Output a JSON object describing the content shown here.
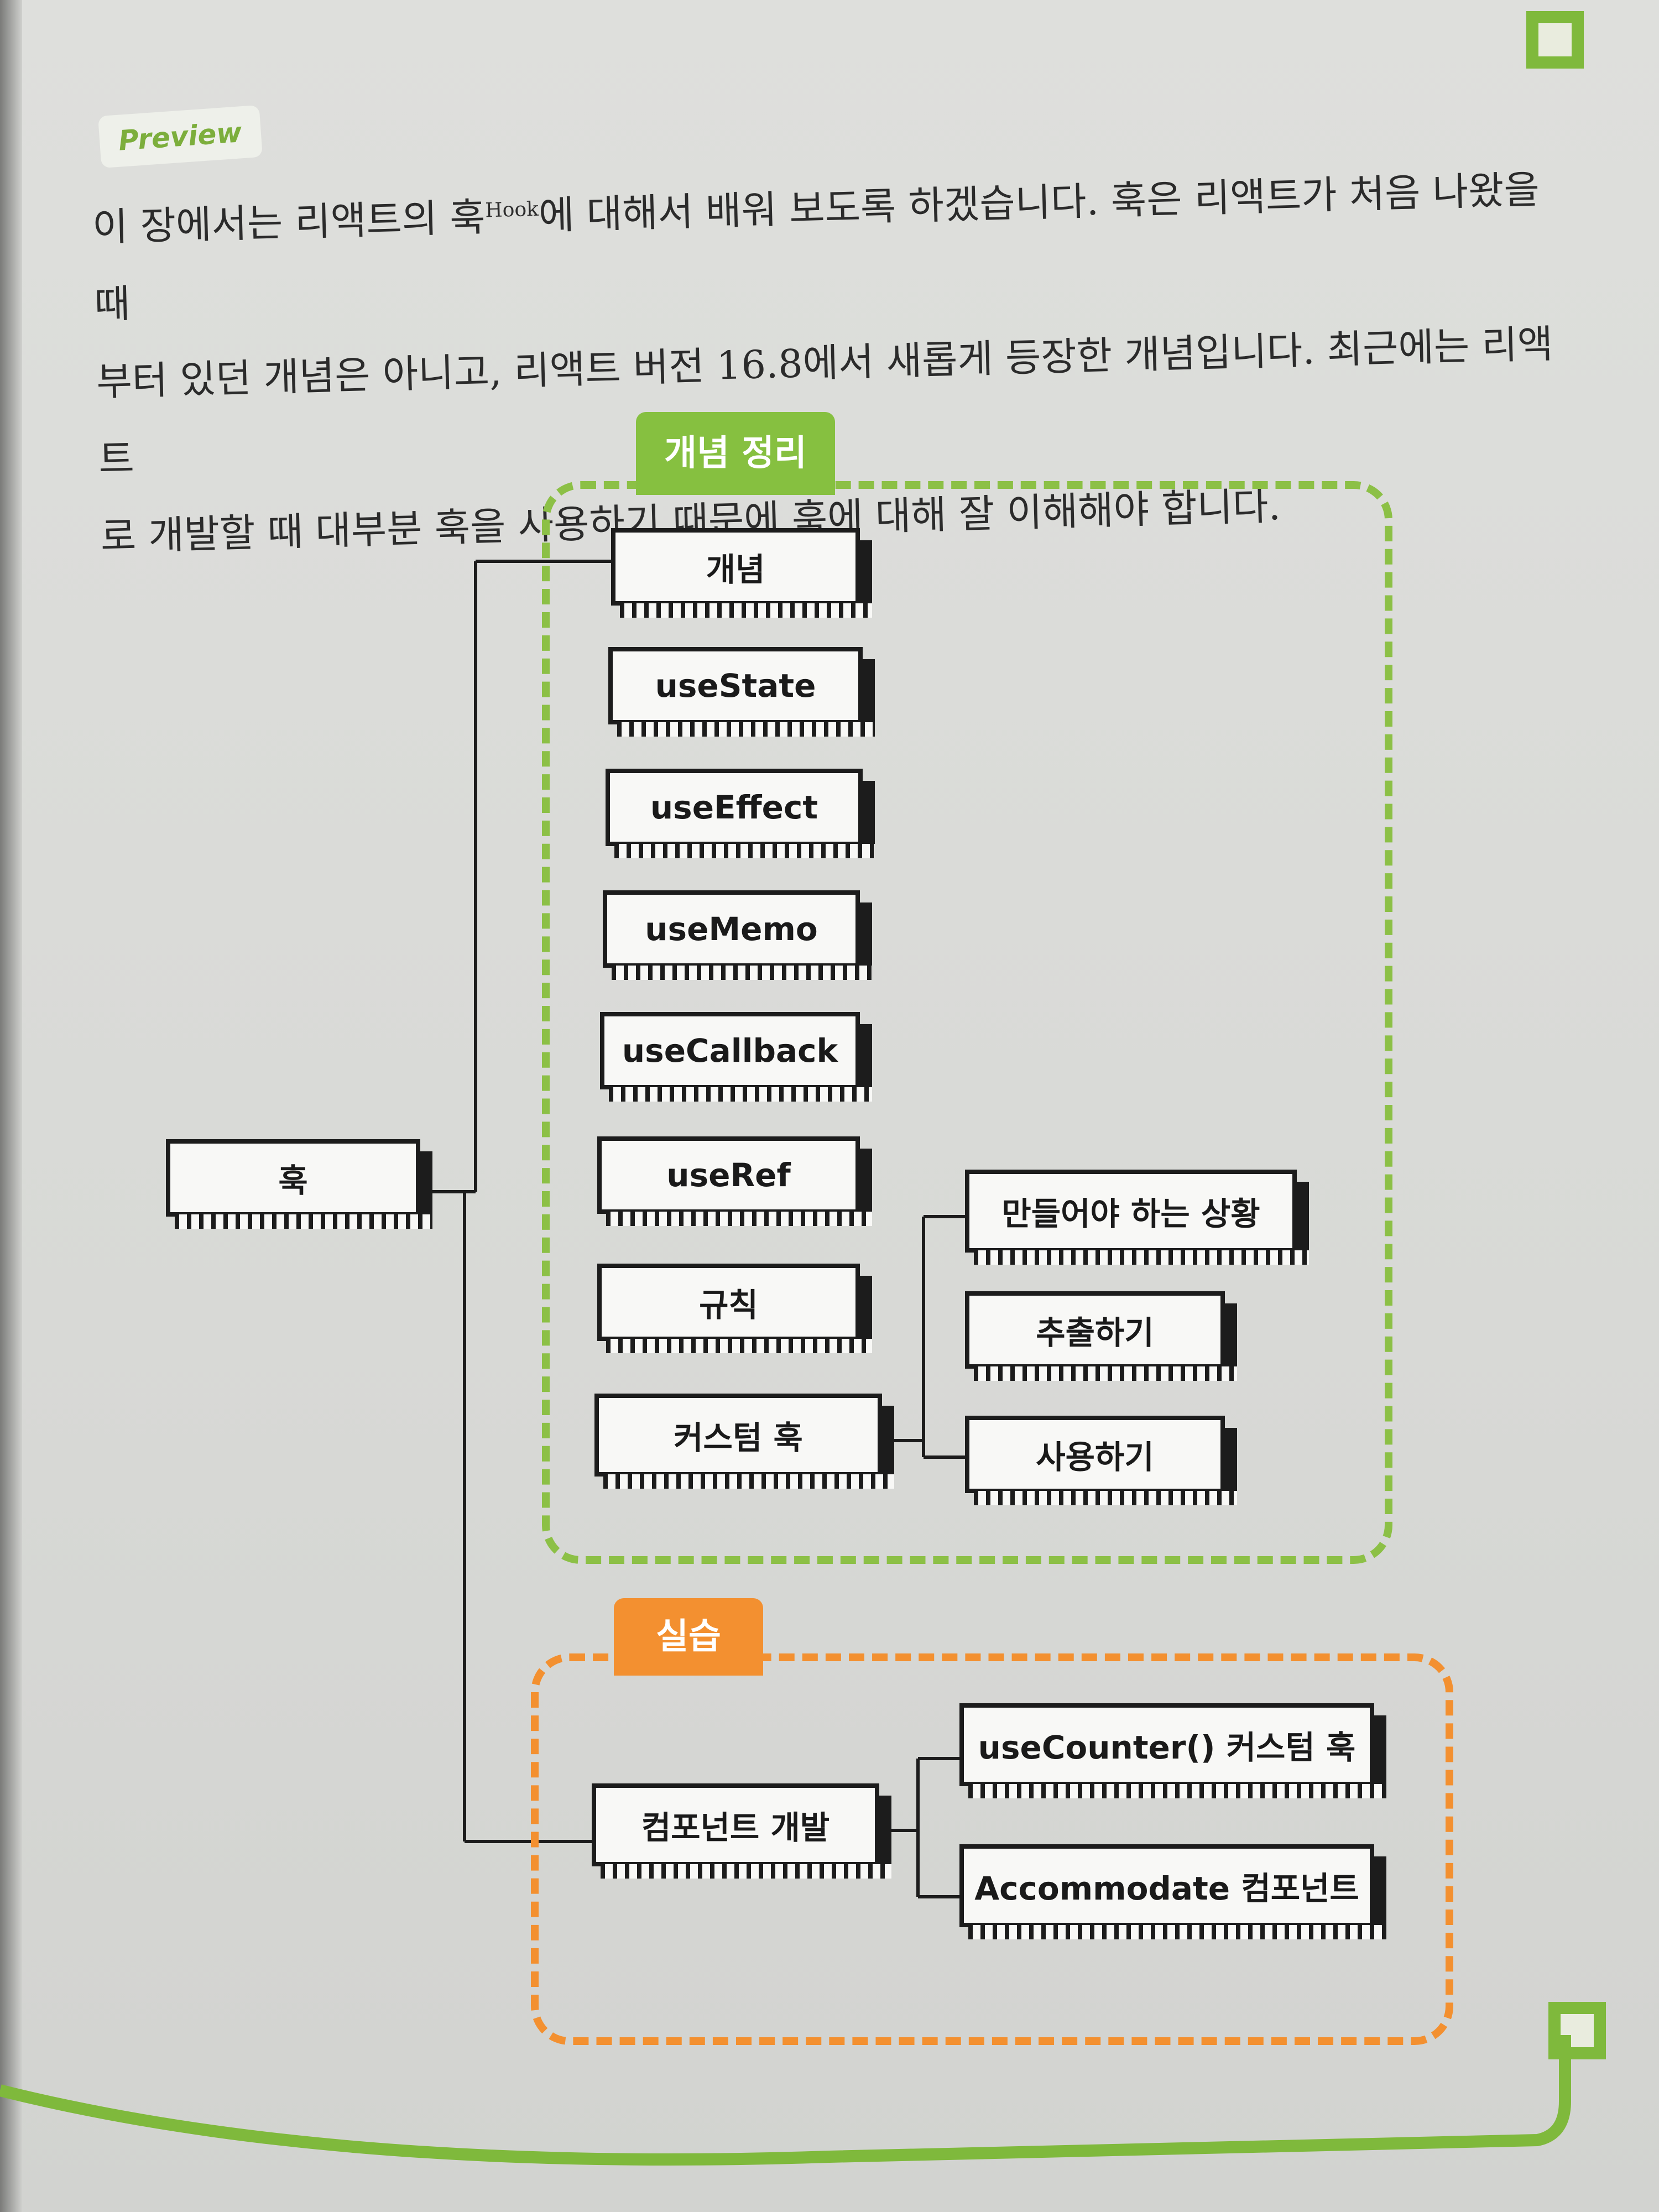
{
  "preview_label": "Preview",
  "intro": {
    "line1_a": "이 장에서는 리액트의 훅",
    "line1_sup": "Hook",
    "line1_b": "에 대해서 배워 보도록 하겠습니다. 훅은 리액트가 처음 나왔을 때",
    "line2": "부터 있던 개념은 아니고, 리액트 버전 16.8에서 새롭게 등장한 개념입니다. 최근에는 리액트",
    "line3": "로 개발할 때 대부분 훅을 사용하기 때문에 훅에 대해 잘 이해해야 합니다."
  },
  "sections": {
    "concept_title": "개념 정리",
    "practice_title": "실습"
  },
  "root": "훅",
  "concept_nodes": [
    "개념",
    "useState",
    "useEffect",
    "useMemo",
    "useCallback",
    "useRef",
    "규칙",
    "커스텀 훅"
  ],
  "custom_hook_nodes": [
    "만들어야 하는 상황",
    "추출하기",
    "사용하기"
  ],
  "practice_node": "컴포넌트 개발",
  "practice_children": [
    "useCounter() 커스텀 훅",
    "Accommodate 컴포넌트"
  ],
  "colors": {
    "concept_accent": "#86c040",
    "practice_accent": "#f39030"
  }
}
